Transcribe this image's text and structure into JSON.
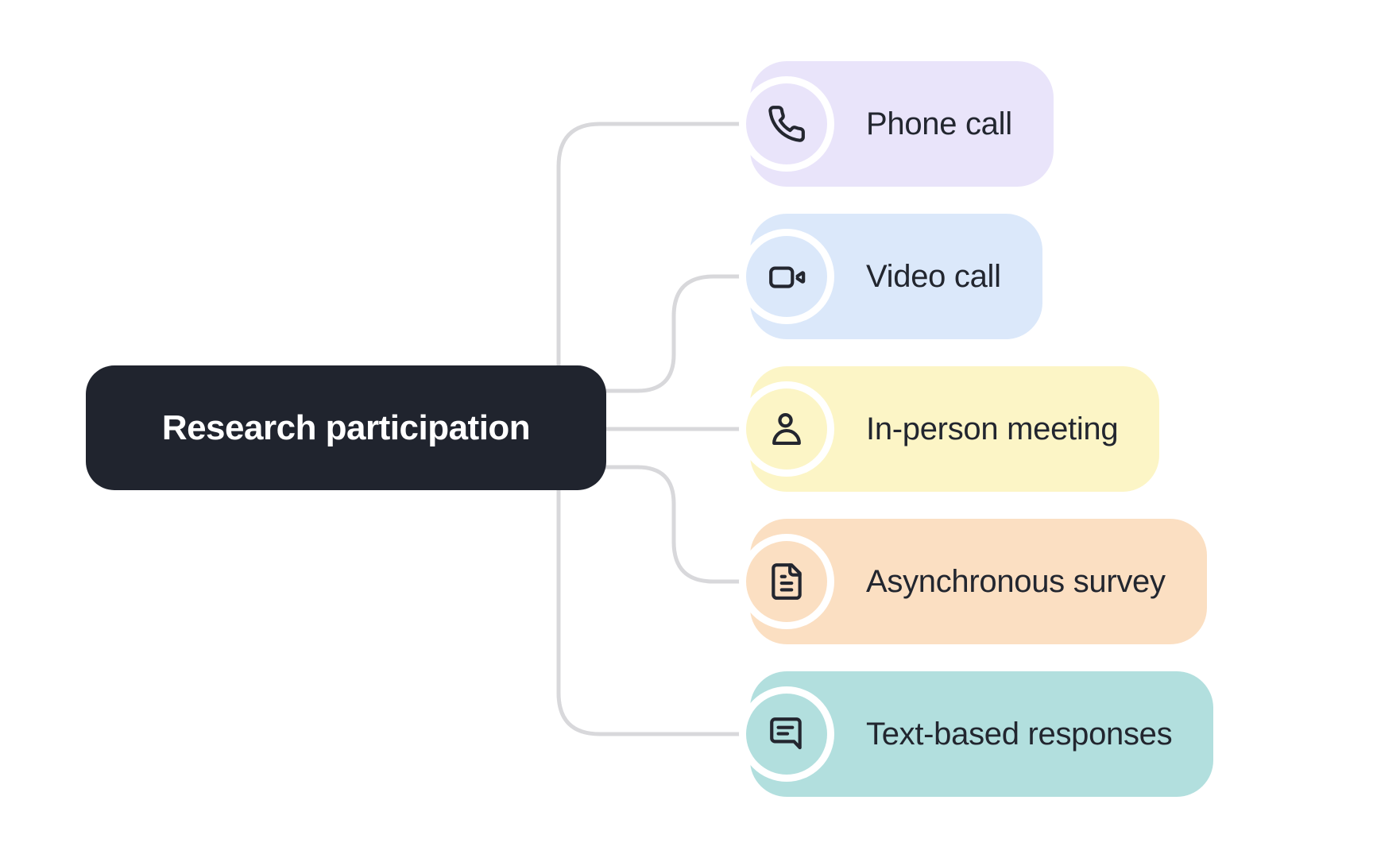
{
  "canvas": {
    "background": "#FFFFFF"
  },
  "root": {
    "label": "Research participation",
    "background": "#20242E",
    "text_color": "#FFFFFF"
  },
  "connectors": {
    "color": "#D8D8DB"
  },
  "children": [
    {
      "label": "Phone call",
      "icon": "phone-icon",
      "background": "#E9E4FA"
    },
    {
      "label": "Video call",
      "icon": "video-camera-icon",
      "background": "#DBE8FA"
    },
    {
      "label": "In-person meeting",
      "icon": "person-icon",
      "background": "#FCF5C6"
    },
    {
      "label": "Asynchronous survey",
      "icon": "document-icon",
      "background": "#FBDFC2"
    },
    {
      "label": "Text-based responses",
      "icon": "chat-bubble-icon",
      "background": "#B2DFDE"
    }
  ]
}
